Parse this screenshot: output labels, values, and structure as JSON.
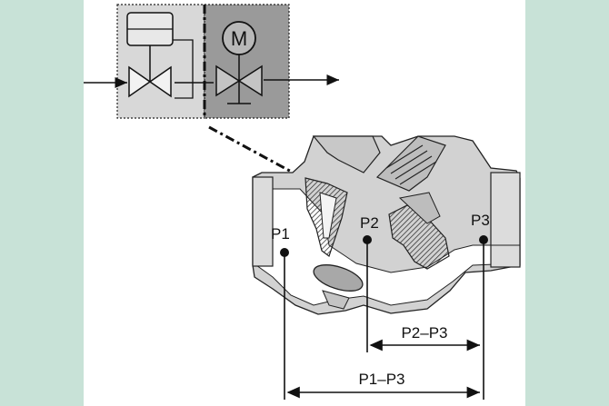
{
  "labels": {
    "p1": "P1",
    "p2": "P2",
    "p3": "P3",
    "dim_p2_p3": "P2–P3",
    "dim_p1_p3": "P1–P3",
    "motor": "M"
  },
  "colors": {
    "background": "#c8e2d7",
    "panel": "#ffffff",
    "valve_body": "#d2d2d2",
    "actuator_box": "#9a9a9a",
    "manual_box": "#d8d8d8",
    "line": "#111111"
  }
}
